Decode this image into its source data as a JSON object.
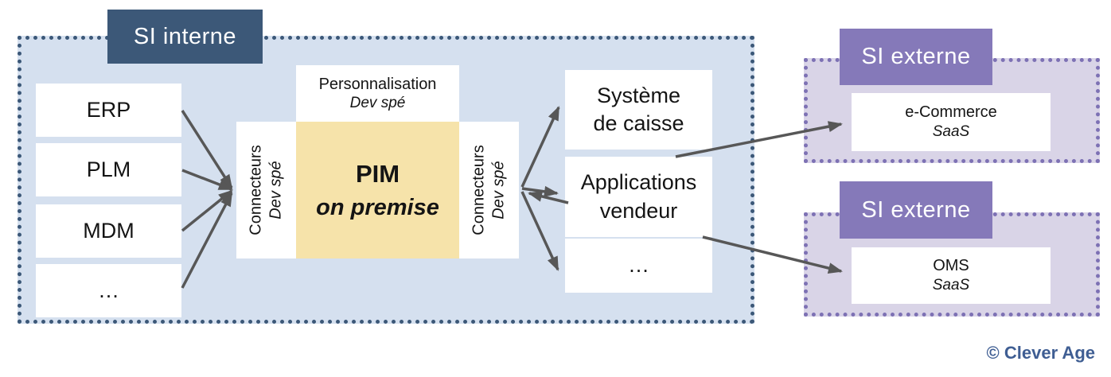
{
  "palette": {
    "internal_fill": "#d5e0ef",
    "internal_accent": "#3c5878",
    "pim_fill": "#f6e3aa",
    "external_fill": "#d9d4e7",
    "external_accent": "#8579b9",
    "external_border": "#7d71b4",
    "arrow": "#575757",
    "credit_color": "#3f5e93"
  },
  "internal": {
    "label": "SI interne",
    "sources": [
      "ERP",
      "PLM",
      "MDM",
      "…"
    ],
    "pim": {
      "personnalisation_title": "Personnalisation",
      "personnalisation_subtitle": "Dev spé",
      "connector_left_title": "Connecteurs",
      "connector_left_subtitle": "Dev spé",
      "connector_right_title": "Connecteurs",
      "connector_right_subtitle": "Dev spé",
      "core_title": "PIM",
      "core_subtitle": "on premise"
    },
    "targets": [
      {
        "line1": "Système",
        "line2": "de caisse"
      },
      {
        "line1": "Applications",
        "line2": "vendeur"
      },
      {
        "line1": "…",
        "line2": ""
      }
    ]
  },
  "external": [
    {
      "label": "SI externe",
      "system": "e-Commerce",
      "type": "SaaS"
    },
    {
      "label": "SI externe",
      "system": "OMS",
      "type": "SaaS"
    }
  ],
  "credit": "© Clever Age"
}
